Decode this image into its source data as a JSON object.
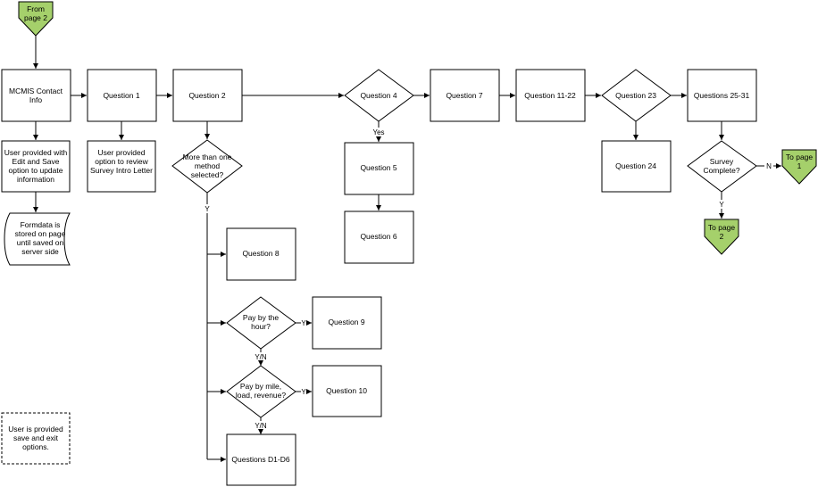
{
  "connectors": {
    "from_page2": [
      "From",
      "page 2"
    ],
    "to_page1": [
      "To page",
      "1"
    ],
    "to_page2": [
      "To page",
      "2"
    ]
  },
  "nodes": {
    "mcmis": [
      "MCMIS Contact",
      "Info"
    ],
    "user_edit": [
      "User provided with",
      "Edit and Save",
      "option to update",
      "information"
    ],
    "formdata": [
      "Formdata is",
      "stored on page",
      "until saved on",
      "server side"
    ],
    "save_exit": [
      "User is provided",
      "save and exit",
      "options."
    ],
    "q1": [
      "Question 1"
    ],
    "q1_review": [
      "User provided",
      "option to review",
      "Survey Intro Letter"
    ],
    "q2": [
      "Question 2"
    ],
    "more_method": [
      "More than one",
      "method",
      "selected?"
    ],
    "q8": [
      "Question 8"
    ],
    "pay_hour": [
      "Pay by the",
      "hour?"
    ],
    "q9": [
      "Question 9"
    ],
    "pay_mile": [
      "Pay by mile,",
      "load, revenue?"
    ],
    "q10": [
      "Question 10"
    ],
    "qd": [
      "Questions D1-D6"
    ],
    "q4": [
      "Question 4"
    ],
    "q5": [
      "Question 5"
    ],
    "q6": [
      "Question 6"
    ],
    "q7": [
      "Question 7"
    ],
    "q11": [
      "Question 11-22"
    ],
    "q23": [
      "Question 23"
    ],
    "q24": [
      "Question 24"
    ],
    "q25": [
      "Questions 25-31"
    ],
    "survey_complete": [
      "Survey",
      "Complete?"
    ]
  },
  "edge_labels": {
    "q4_yes": "Yes",
    "more_y": "Y",
    "hour_y": "Y",
    "hour_yn": "Y/N",
    "mile_y": "Y",
    "mile_yn": "Y/N",
    "complete_n": "N",
    "complete_y": "Y"
  },
  "colors": {
    "connector_fill": "#a5d06b",
    "stroke": "#000000",
    "background": "#ffffff"
  }
}
